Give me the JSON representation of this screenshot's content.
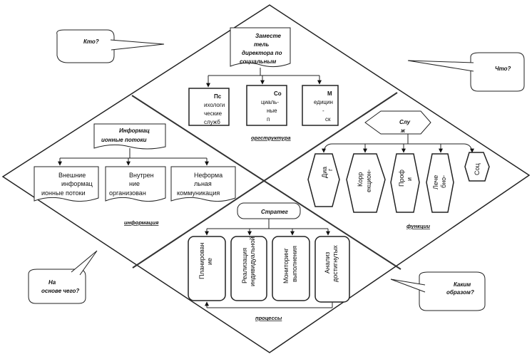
{
  "callouts": {
    "who": "Кто?",
    "what": "Что?",
    "basis": [
      "На",
      "основе чего?"
    ],
    "how": [
      "Каким",
      "образом?"
    ]
  },
  "structure": {
    "top_box": [
      "Заместе",
      "тель",
      "директора по",
      "социальным"
    ],
    "children": [
      [
        "Пс",
        "ихологи",
        "ческие",
        "служб"
      ],
      [
        "Со",
        "циаль-",
        "ные",
        "п"
      ],
      [
        "М",
        "едицин",
        "-",
        "ск"
      ]
    ],
    "label": "оргструктура"
  },
  "information": {
    "top_box": [
      "Информац",
      "ионные потоки"
    ],
    "children": [
      [
        "Внешние",
        "информац",
        "ионные потоки"
      ],
      [
        "Внутрен",
        "ние",
        "организован"
      ],
      [
        "Неформа",
        "льная",
        "коммуникация"
      ]
    ],
    "label": "информация"
  },
  "functions": {
    "top_box": [
      "Слу",
      "ж"
    ],
    "children": [
      [
        "Диа",
        "г"
      ],
      [
        "Корр",
        "екцион-"
      ],
      [
        "Проф",
        "и"
      ],
      [
        "Лече",
        "бно-"
      ],
      [
        "Соц"
      ]
    ],
    "label": "функции"
  },
  "processes": {
    "top_box": "Стратег",
    "children": [
      [
        "Планирован",
        "ие"
      ],
      [
        "Реализация",
        "индивидуальной"
      ],
      [
        "Мониторинг",
        "выполнения"
      ],
      [
        "Анализ",
        "достигнутых"
      ]
    ],
    "label": "процессы"
  }
}
